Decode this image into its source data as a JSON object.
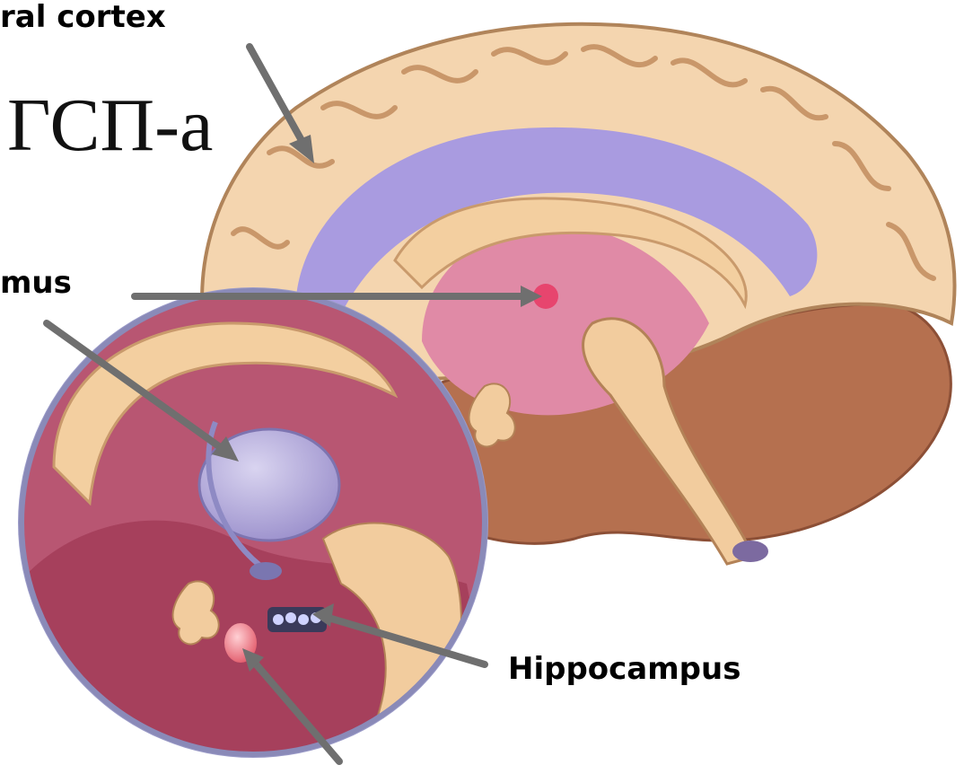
{
  "labels": {
    "cerebral_cortex": "ral cortex",
    "thalamus": "mus",
    "hippocampus": "Hippocampus"
  },
  "title_fragment": "ГСП-а",
  "colors": {
    "cortex": "#f2d3ae",
    "cortex_shadow": "#c99c72",
    "ventricle": "#a79ad6",
    "inner_pink": "#d98aa2",
    "cerebellum": "#b06a50",
    "inset_bg": "#b5566e",
    "arrow": "#6f6f6f",
    "ring": "#8a8ab8"
  }
}
